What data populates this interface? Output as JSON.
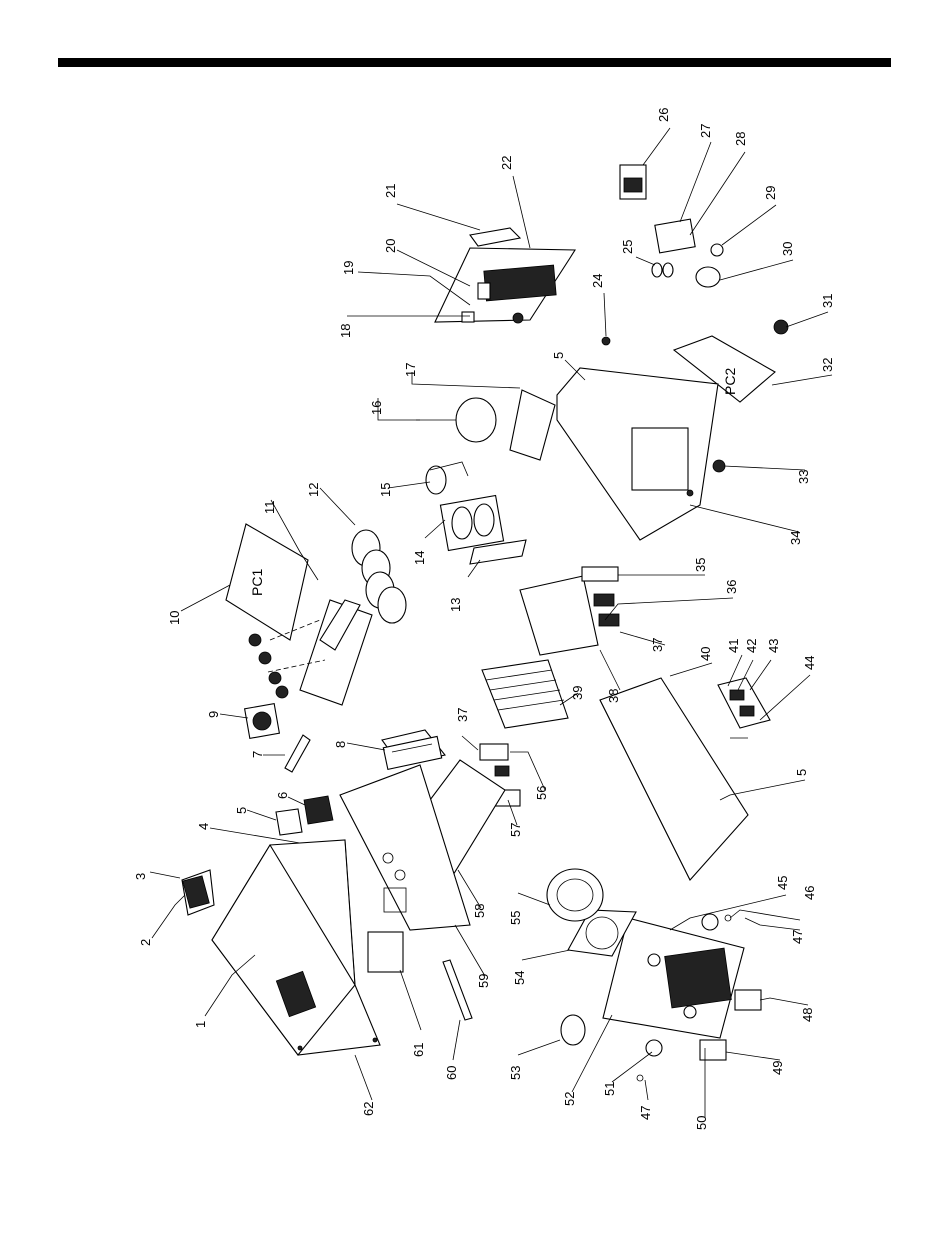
{
  "diagram": {
    "pcb_labels": {
      "pc1": "PC1",
      "pc2": "PC2"
    },
    "callouts": [
      "1",
      "2",
      "3",
      "4",
      "5",
      "6",
      "7",
      "8",
      "9",
      "10",
      "11",
      "12",
      "13",
      "14",
      "15",
      "16",
      "17",
      "18",
      "19",
      "20",
      "21",
      "22",
      "24",
      "25",
      "26",
      "27",
      "28",
      "29",
      "30",
      "31",
      "32",
      "33",
      "34",
      "5",
      "35",
      "36",
      "37",
      "38",
      "39",
      "40",
      "41",
      "42",
      "43",
      "44",
      "5",
      "45",
      "46",
      "47",
      "48",
      "49",
      "50",
      "47",
      "51",
      "52",
      "53",
      "54",
      "55",
      "56",
      "37",
      "57",
      "58",
      "59",
      "60",
      "61",
      "62"
    ]
  }
}
